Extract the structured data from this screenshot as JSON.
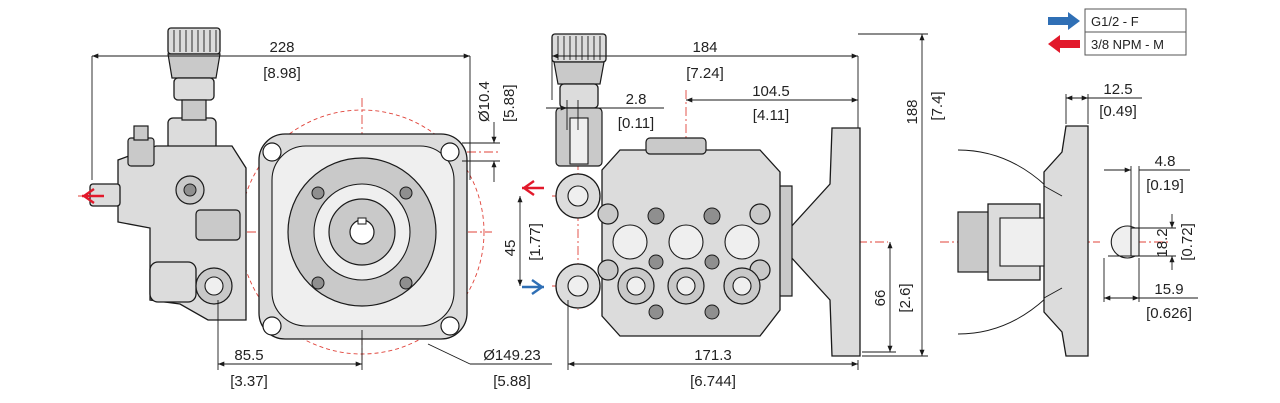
{
  "legend": {
    "thread_female": "G1/2 - F",
    "thread_male": "3/8 NPM - M",
    "colors": {
      "inlet_arrow": "#2f6fb5",
      "outlet_arrow": "#e2192b",
      "center_lines": "#e0433a"
    }
  },
  "dimensions": {
    "overall_width": {
      "mm": "228",
      "in": "[8.98]"
    },
    "overall_depth": {
      "mm": "184",
      "in": "[7.24]"
    },
    "overall_height": {
      "mm": "188",
      "in": "[7.4]"
    },
    "mount_hole": {
      "mm": "Ø10.4",
      "in": "[5.88]"
    },
    "valve_offset": {
      "mm": "2.8",
      "in": "[0.11]"
    },
    "flange_to_port": {
      "mm": "104.5",
      "in": "[4.11]"
    },
    "port_spacing": {
      "mm": "45",
      "in": "[1.77]"
    },
    "shaft_height": {
      "mm": "66",
      "in": "[2.6]"
    },
    "shaft_offset": {
      "mm": "85.5",
      "in": "[3.37]"
    },
    "bolt_circle": {
      "mm": "Ø149.23",
      "in": "[5.88]"
    },
    "body_length": {
      "mm": "171.3",
      "in": "[6.744]"
    },
    "shaft_recess": {
      "mm": "12.5",
      "in": "[0.49]"
    },
    "key_width": {
      "mm": "4.8",
      "in": "[0.19]"
    },
    "key_height": {
      "mm": "18.2",
      "in": "[0.72]"
    },
    "shaft_diameter": {
      "mm": "15.9",
      "in": "[0.626]"
    }
  }
}
